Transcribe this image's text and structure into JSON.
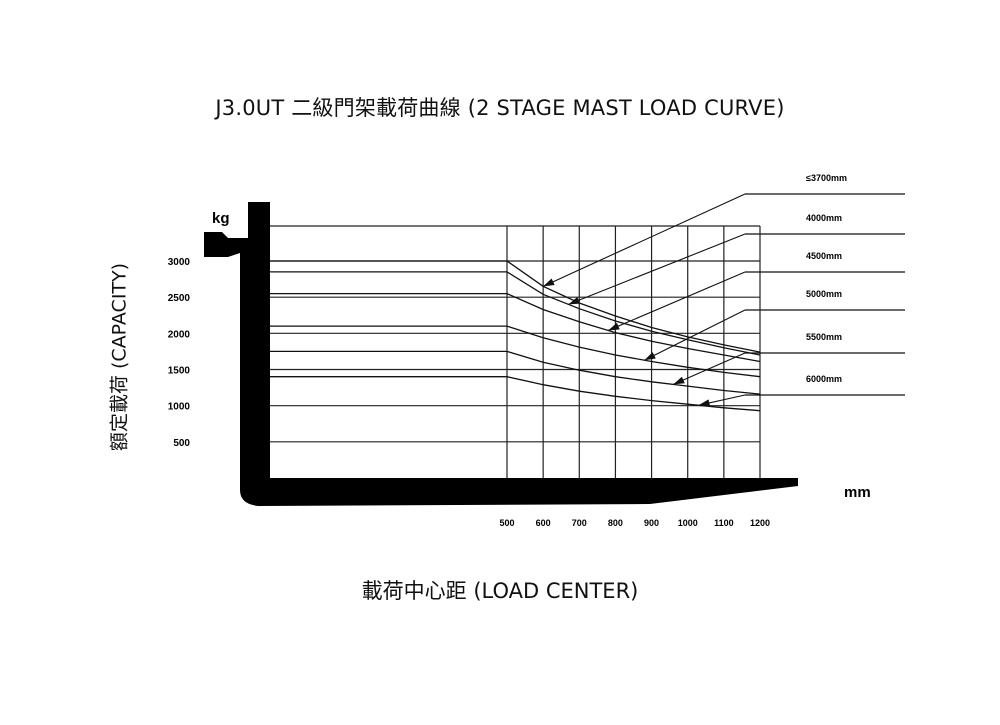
{
  "chart_data": {
    "type": "line",
    "title": "J3.0UT 二級門架載荷曲線 (2 STAGE MAST LOAD CURVE)",
    "xlabel": "載荷中心距 (LOAD CENTER)",
    "ylabel": "額定載荷 (CAPACITY)",
    "y_unit": "kg",
    "x_unit": "mm",
    "x_ticks": [
      500,
      600,
      700,
      800,
      900,
      1000,
      1100,
      1200
    ],
    "y_ticks": [
      500,
      1000,
      1500,
      2000,
      2500,
      3000
    ],
    "xlim": [
      500,
      1200
    ],
    "ylim": [
      0,
      3500
    ],
    "grid": true,
    "x": [
      500,
      600,
      700,
      800,
      900,
      1000,
      1100,
      1200
    ],
    "series": [
      {
        "name": "≤3700mm",
        "values": [
          3000,
          2650,
          2420,
          2240,
          2080,
          1950,
          1840,
          1740
        ]
      },
      {
        "name": "4000mm",
        "values": [
          2850,
          2540,
          2340,
          2170,
          2030,
          1910,
          1800,
          1700
        ]
      },
      {
        "name": "4500mm",
        "values": [
          2550,
          2330,
          2160,
          2010,
          1890,
          1790,
          1700,
          1610
        ]
      },
      {
        "name": "5000mm",
        "values": [
          2100,
          1940,
          1810,
          1700,
          1610,
          1530,
          1460,
          1400
        ]
      },
      {
        "name": "5500mm",
        "values": [
          1750,
          1600,
          1490,
          1400,
          1330,
          1270,
          1210,
          1160
        ]
      },
      {
        "name": "6000mm",
        "values": [
          1400,
          1290,
          1200,
          1130,
          1070,
          1020,
          970,
          930
        ]
      }
    ]
  }
}
